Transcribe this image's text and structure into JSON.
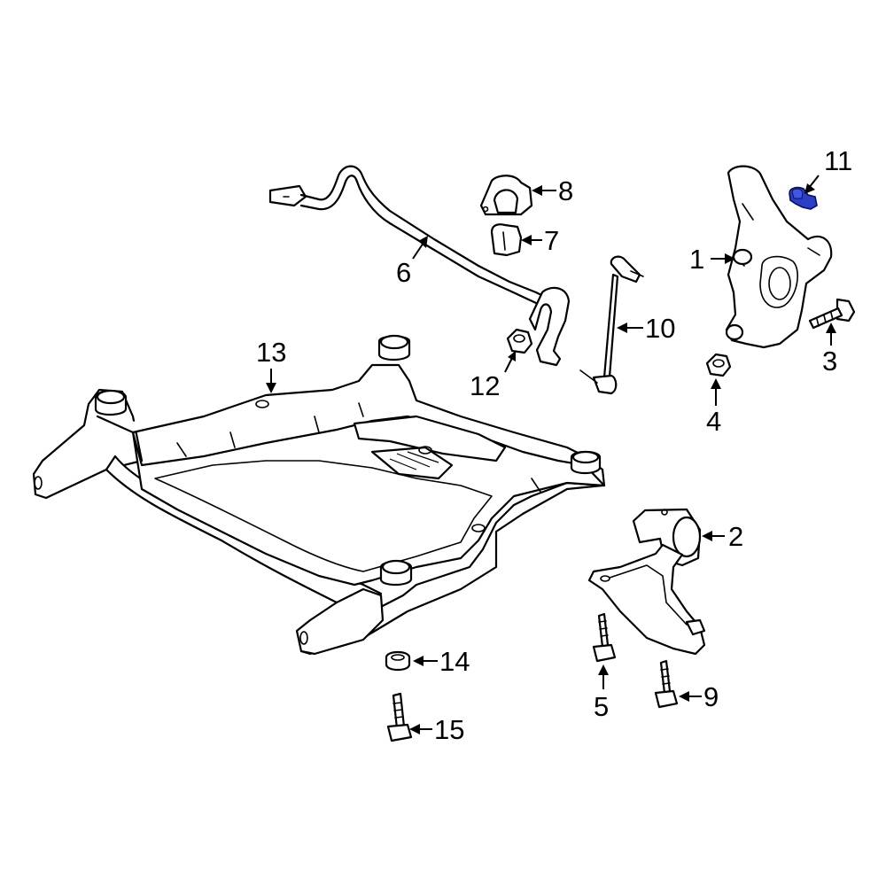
{
  "callouts": [
    {
      "id": "1",
      "label": "1"
    },
    {
      "id": "2",
      "label": "2"
    },
    {
      "id": "3",
      "label": "3"
    },
    {
      "id": "4",
      "label": "4"
    },
    {
      "id": "5",
      "label": "5"
    },
    {
      "id": "6",
      "label": "6"
    },
    {
      "id": "7",
      "label": "7"
    },
    {
      "id": "8",
      "label": "8"
    },
    {
      "id": "9",
      "label": "9"
    },
    {
      "id": "10",
      "label": "10"
    },
    {
      "id": "11",
      "label": "11"
    },
    {
      "id": "12",
      "label": "12"
    },
    {
      "id": "13",
      "label": "13"
    },
    {
      "id": "14",
      "label": "14"
    },
    {
      "id": "15",
      "label": "15"
    }
  ],
  "colors": {
    "line": "#000000",
    "background": "#ffffff",
    "highlight": "#2b3fc4"
  },
  "highlighted_part": "11"
}
